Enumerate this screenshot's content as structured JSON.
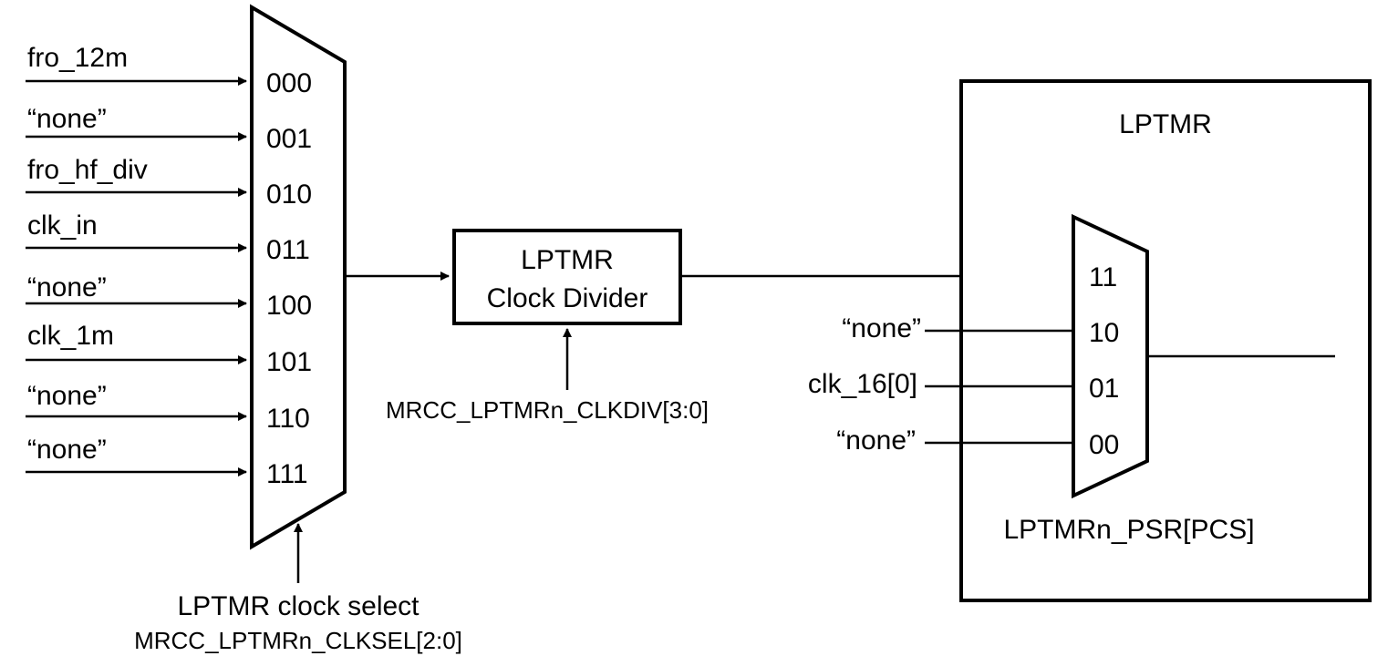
{
  "mux1": {
    "inputs": [
      {
        "label": "fro_12m",
        "select": "000"
      },
      {
        "label": "“none”",
        "select": "001"
      },
      {
        "label": "fro_hf_div",
        "select": "010"
      },
      {
        "label": "clk_in",
        "select": "011"
      },
      {
        "label": "“none”",
        "select": "100"
      },
      {
        "label": "clk_1m",
        "select": "101"
      },
      {
        "label": "“none”",
        "select": "110"
      },
      {
        "label": "“none”",
        "select": "111"
      }
    ],
    "caption": "LPTMR clock select",
    "register": "MRCC_LPTMRn_CLKSEL[2:0]"
  },
  "divider": {
    "line1": "LPTMR",
    "line2": "Clock Divider",
    "register": "MRCC_LPTMRn_CLKDIV[3:0]"
  },
  "lptmr": {
    "title": "LPTMR",
    "mux_register": "LPTMRn_PSR[PCS]",
    "inputs": [
      {
        "label": "",
        "select": "11"
      },
      {
        "label": "“none”",
        "select": "10"
      },
      {
        "label": "clk_16[0]",
        "select": "01"
      },
      {
        "label": "“none”",
        "select": "00"
      }
    ]
  }
}
